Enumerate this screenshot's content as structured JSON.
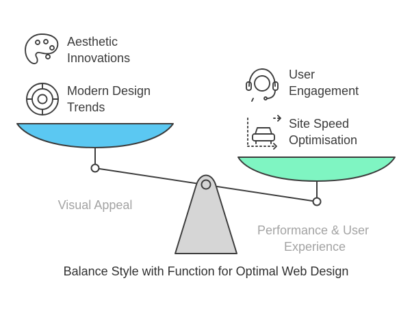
{
  "left_items": [
    {
      "icon": "palette-icon",
      "lines": [
        "Aesthetic",
        "Innovations"
      ]
    },
    {
      "icon": "target-icon",
      "lines": [
        "Modern Design",
        "Trends"
      ]
    }
  ],
  "right_items": [
    {
      "icon": "support-headset-icon",
      "lines": [
        "User",
        "Engagement"
      ]
    },
    {
      "icon": "car-speed-icon",
      "lines": [
        "Site Speed",
        "Optimisation"
      ]
    }
  ],
  "left_label": "Visual Appeal",
  "right_label": [
    "Performance & User",
    "Experience"
  ],
  "caption": "Balance Style with Function for Optimal Web Design",
  "colors": {
    "left_pan": "#5bc8f2",
    "right_pan": "#7ff5c2",
    "fulcrum": "#d6d6d6",
    "stroke": "#3c3c3c",
    "muted_text": "#a3a3a3"
  }
}
